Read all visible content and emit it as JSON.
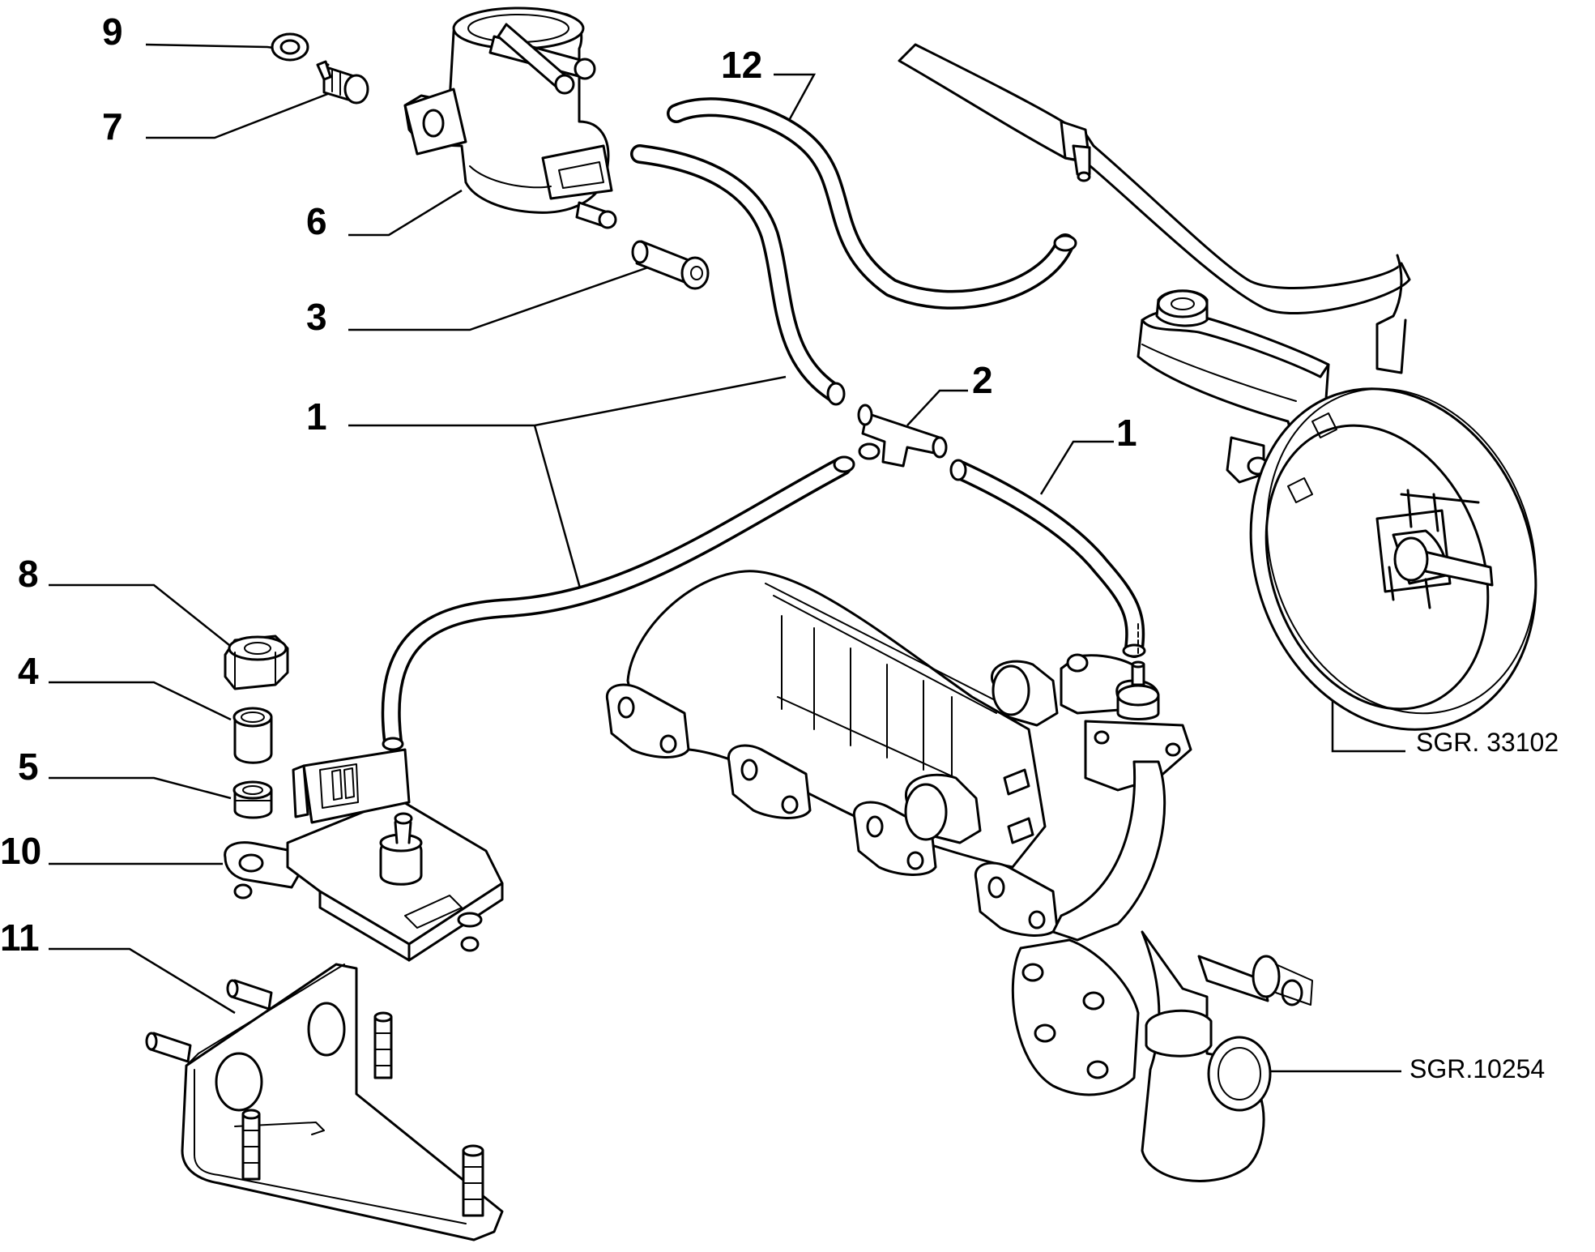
{
  "callouts": {
    "c9": "9",
    "c7": "7",
    "c6": "6",
    "c3": "3",
    "c12": "12",
    "c1_left": "1",
    "c2": "2",
    "c1_right": "1",
    "c8": "8",
    "c4": "4",
    "c5": "5",
    "c10": "10",
    "c11": "11"
  },
  "references": {
    "brake_booster": "SGR. 33102",
    "exhaust_manifold": "SGR.10254"
  }
}
